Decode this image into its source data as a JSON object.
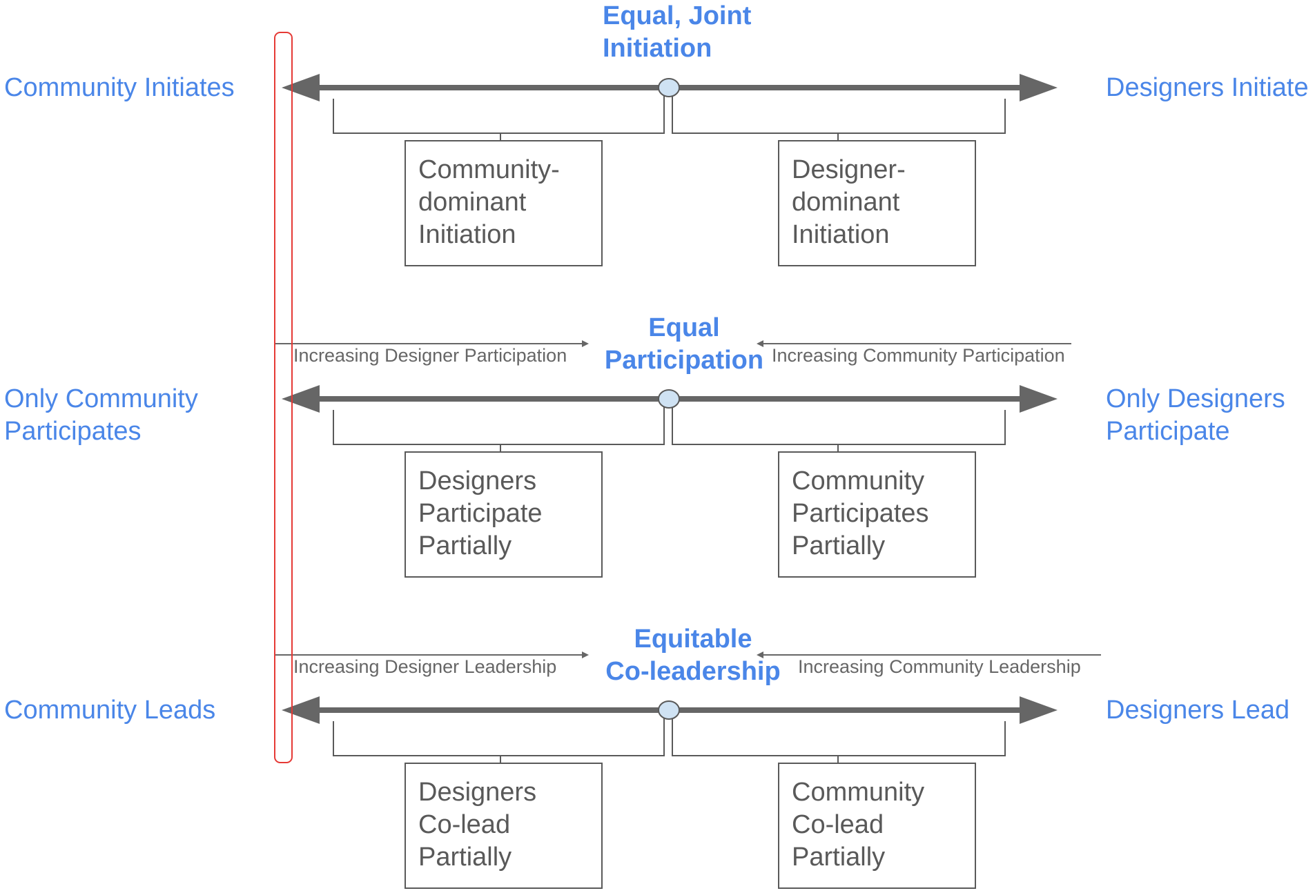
{
  "rows": [
    {
      "title": [
        "Equal, Joint",
        "Initiation"
      ],
      "left_label": [
        "Community Initiates"
      ],
      "right_label": [
        "Designers Initiate"
      ],
      "left_box": [
        "Community-",
        "dominant",
        "Initiation"
      ],
      "right_box": [
        "Designer-",
        "dominant",
        "Initiation"
      ]
    },
    {
      "title": [
        "Equal",
        "Participation"
      ],
      "left_label": [
        "Only Community",
        "Participates"
      ],
      "right_label": [
        "Only Designers",
        "Participate"
      ],
      "left_arrow_text": "Increasing Designer Participation",
      "right_arrow_text": "Increasing Community Participation",
      "left_box": [
        "Designers",
        "Participate",
        "Partially"
      ],
      "right_box": [
        "Community",
        "Participates",
        "Partially"
      ]
    },
    {
      "title": [
        "Equitable",
        "Co-leadership"
      ],
      "left_label": [
        "Community Leads"
      ],
      "right_label": [
        "Designers Lead"
      ],
      "left_arrow_text": "Increasing Designer Leadership",
      "right_arrow_text": "Increasing Community Leadership",
      "left_box": [
        "Designers",
        "Co-lead",
        "Partially"
      ],
      "right_box": [
        "Community",
        "Co-lead",
        "Partially"
      ]
    }
  ],
  "colors": {
    "label_blue": "#4a86e8",
    "axis_gray": "#666666",
    "box_text": "#595959",
    "circle_fill": "#cfe2f3",
    "highlight_red": "#e53935"
  }
}
